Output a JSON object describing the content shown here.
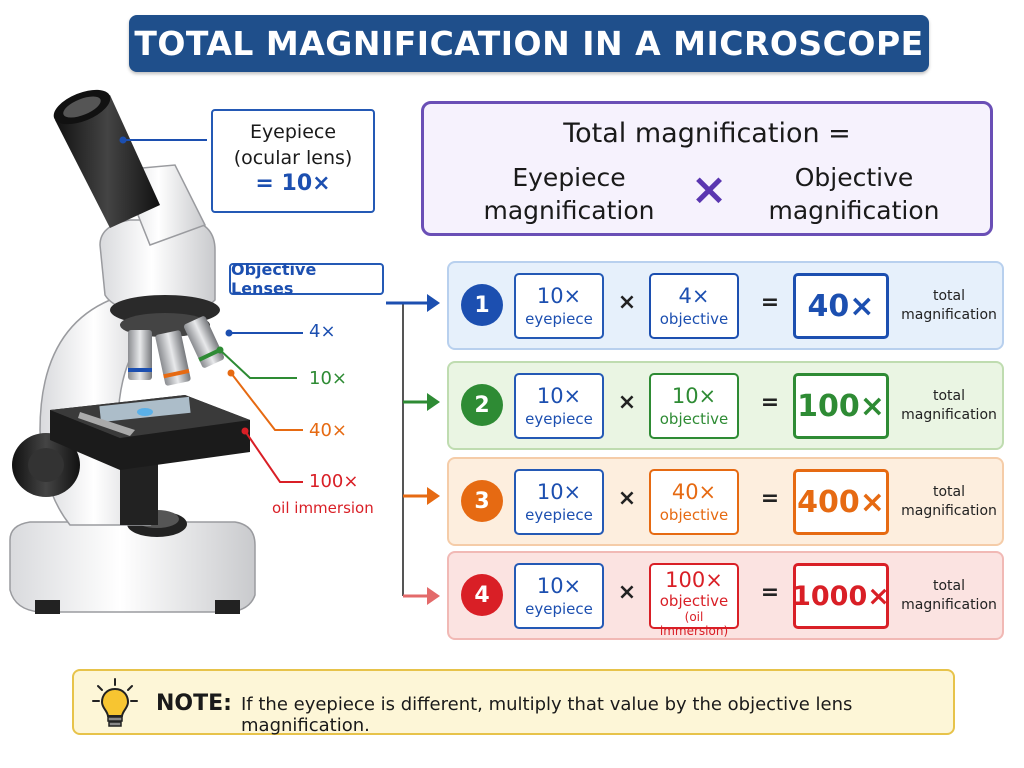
{
  "title": "TOTAL MAGNIFICATION IN A MICROSCOPE",
  "eyepiece_callout": {
    "line1": "Eyepiece",
    "line2": "(ocular lens)",
    "value": "= 10×"
  },
  "objective_label": "Objective Lenses",
  "lens_tags": [
    {
      "text": "4×",
      "color": "#1c4fb0"
    },
    {
      "text": "10×",
      "color": "#2e8b34"
    },
    {
      "text": "40×",
      "color": "#e66a12"
    },
    {
      "text": "100×",
      "color": "#d91f26",
      "sub": "oil immersion"
    }
  ],
  "formula": {
    "title": "Total magnification =",
    "left_line1": "Eyepiece",
    "left_line2": "magnification",
    "times": "×",
    "right_line1": "Objective",
    "right_line2": "magnification"
  },
  "rows": [
    {
      "num": "1",
      "eye_value": "10×",
      "eye_label": "eyepiece",
      "times": "×",
      "obj_value": "4×",
      "obj_label": "objective",
      "obj_sub": "",
      "equals": "=",
      "result": "40×",
      "result_label_1": "total",
      "result_label_2": "magnification",
      "color": "#1c4fb0",
      "bg": "#e6f0fb",
      "border": "#b8d0ee"
    },
    {
      "num": "2",
      "eye_value": "10×",
      "eye_label": "eyepiece",
      "times": "×",
      "obj_value": "10×",
      "obj_label": "objective",
      "obj_sub": "",
      "equals": "=",
      "result": "100×",
      "result_label_1": "total",
      "result_label_2": "magnification",
      "color": "#2e8b34",
      "bg": "#eaf5e3",
      "border": "#bfdcb0"
    },
    {
      "num": "3",
      "eye_value": "10×",
      "eye_label": "eyepiece",
      "times": "×",
      "obj_value": "40×",
      "obj_label": "objective",
      "obj_sub": "",
      "equals": "=",
      "result": "400×",
      "result_label_1": "total",
      "result_label_2": "magnification",
      "color": "#e66a12",
      "bg": "#fdeede",
      "border": "#f5cca8"
    },
    {
      "num": "4",
      "eye_value": "10×",
      "eye_label": "eyepiece",
      "times": "×",
      "obj_value": "100×",
      "obj_label": "objective",
      "obj_sub": "(oil immersion)",
      "equals": "=",
      "result": "1000×",
      "result_label_1": "total",
      "result_label_2": "magnification",
      "color": "#d91f26",
      "bg": "#fbe3e1",
      "border": "#f1b9b5"
    }
  ],
  "note": {
    "label": "NOTE:",
    "text": "If the eyepiece is different, multiply that value by the objective lens magnification."
  }
}
